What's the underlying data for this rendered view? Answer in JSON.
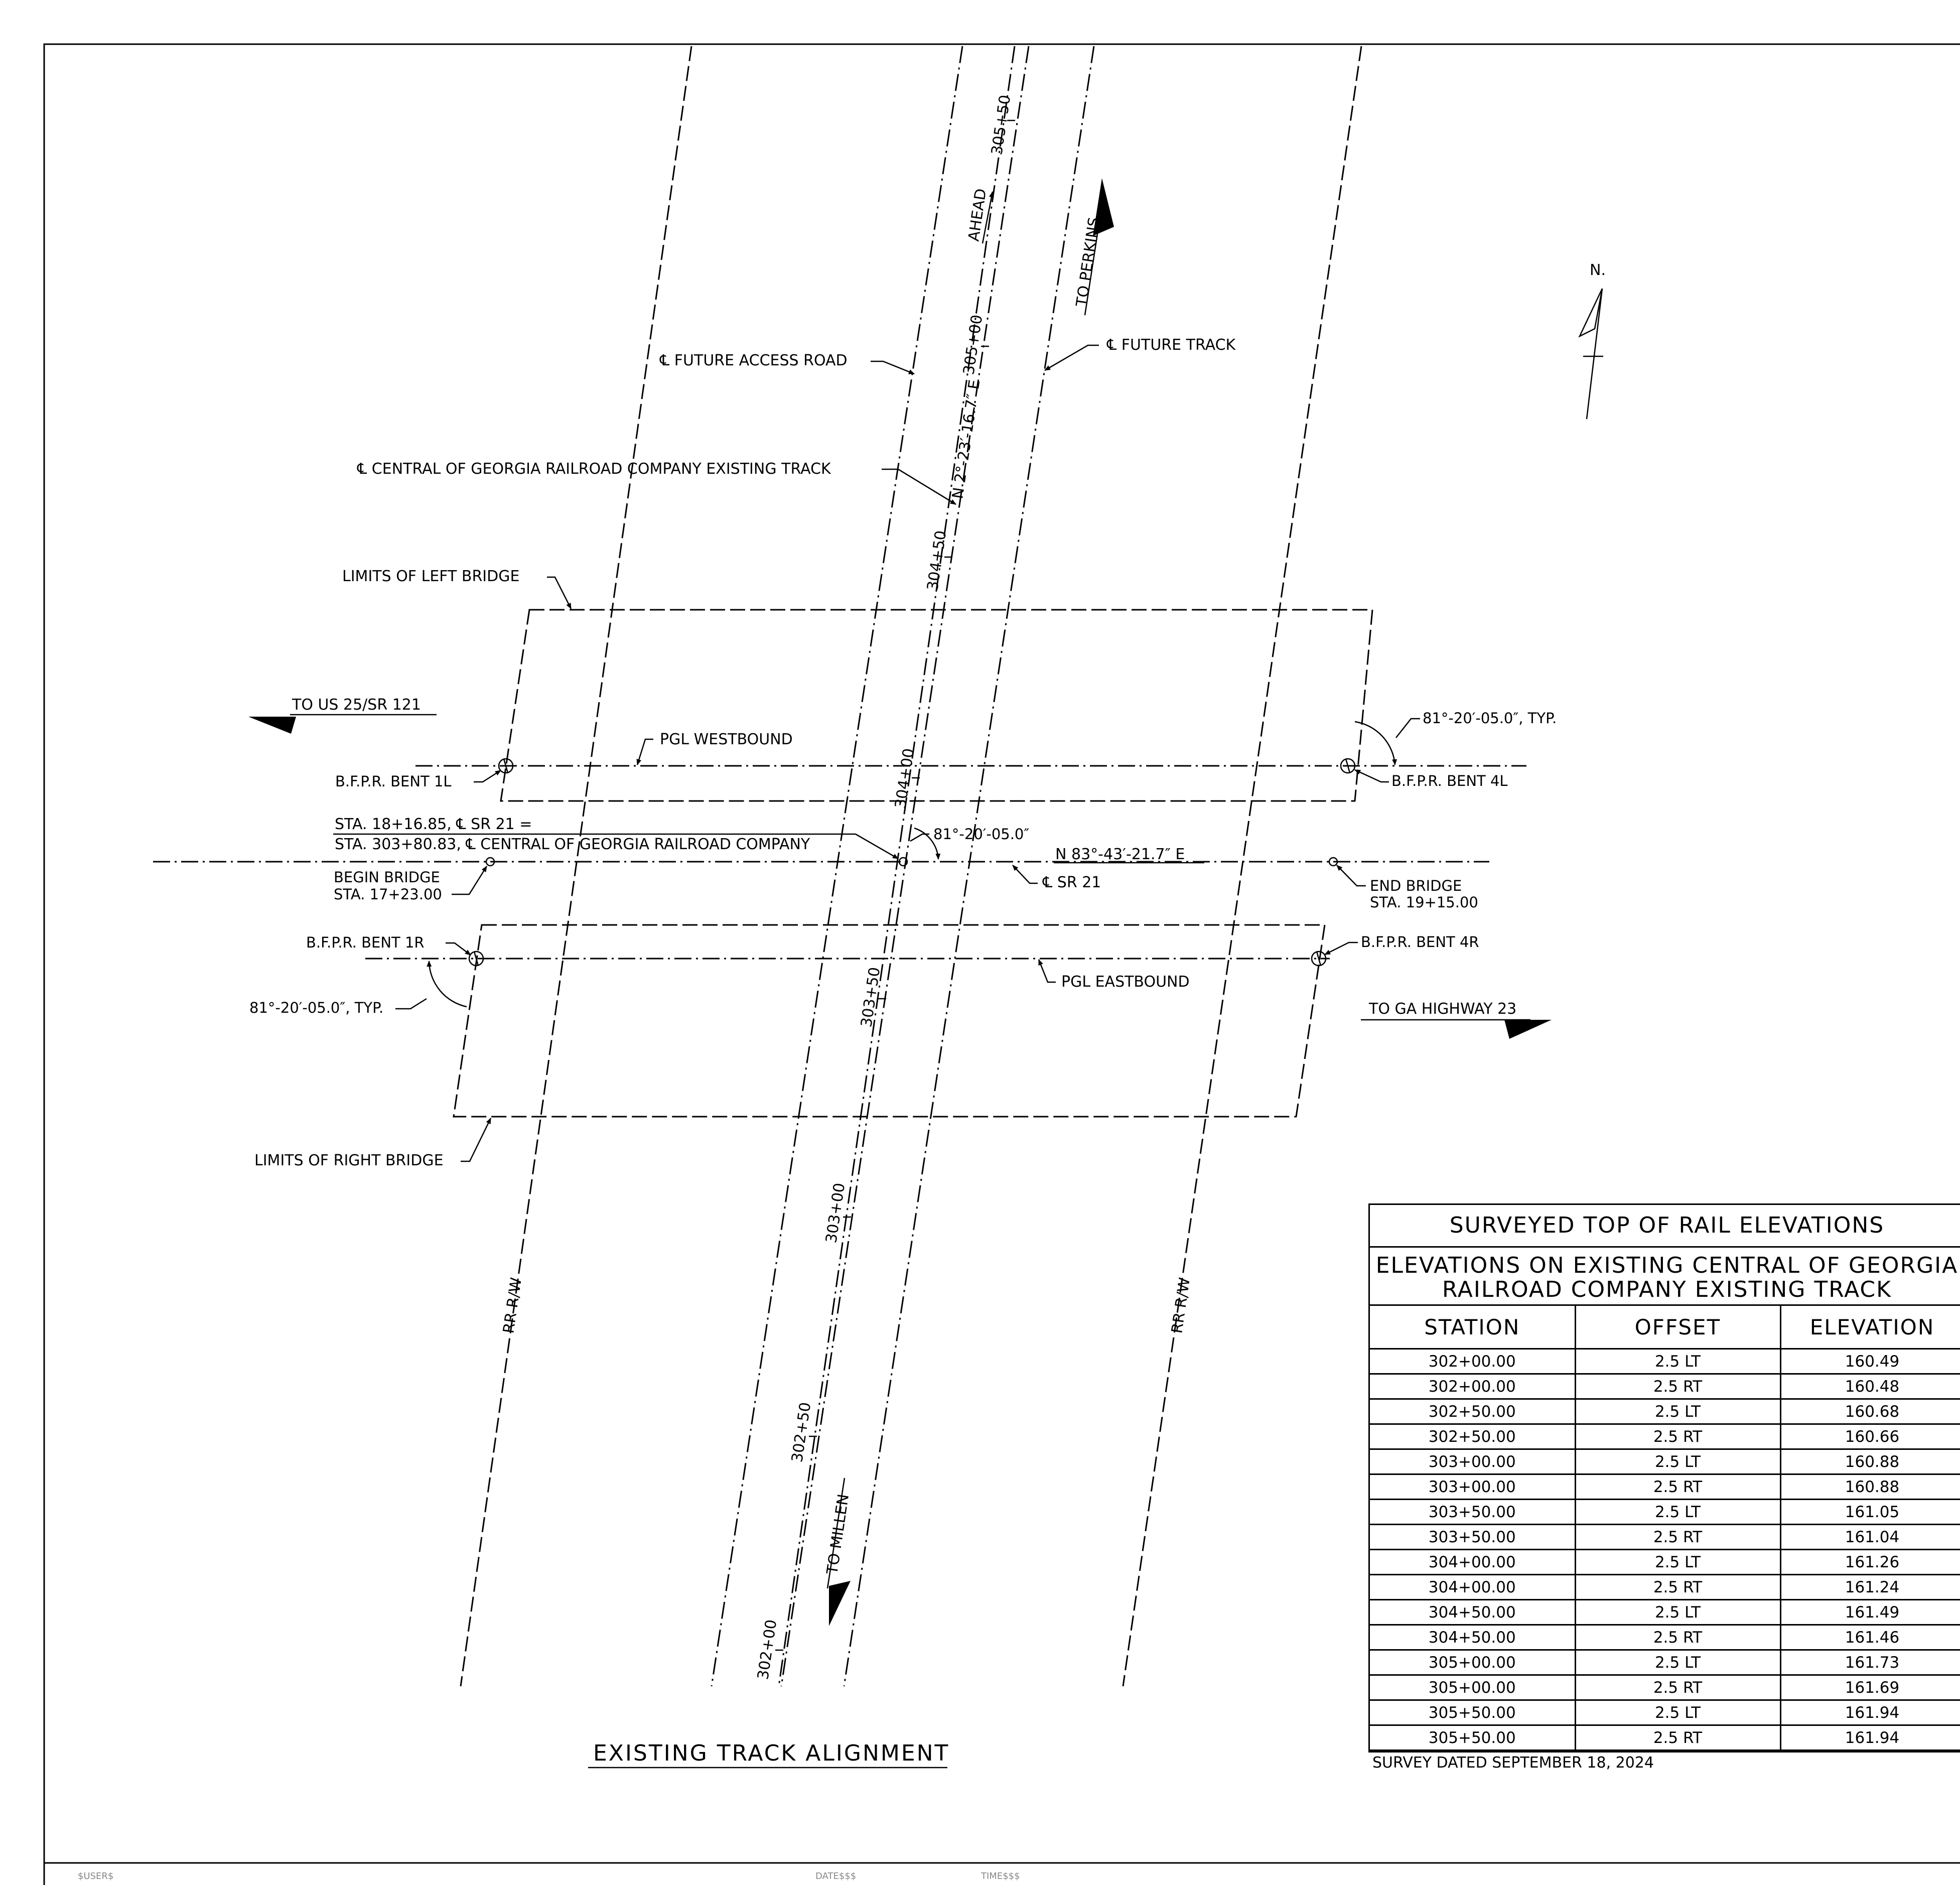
{
  "drawing_title": "EXISTING TRACK ALIGNMENT",
  "north_label": "N.",
  "labels": {
    "future_access_road": "℄ FUTURE ACCESS ROAD",
    "future_track": "℄ FUTURE TRACK",
    "existing_track": "℄ CENTRAL OF GEORGIA RAILROAD COMPANY EXISTING TRACK",
    "bearing_track": "N 2°-23′-16.7″ E",
    "limits_left_bridge": "LIMITS OF LEFT BRIDGE",
    "limits_right_bridge": "LIMITS OF RIGHT BRIDGE",
    "to_us25": "TO US 25/SR 121",
    "to_ga23": "TO GA HIGHWAY 23",
    "to_perkins": "TO PERKINS",
    "to_millen": "TO MILLEN",
    "ahead": "AHEAD",
    "pgl_westbound": "PGL WESTBOUND",
    "pgl_eastbound": "PGL EASTBOUND",
    "bent_1l": "B.F.P.R. BENT 1L",
    "bent_4l": "B.F.P.R. BENT 4L",
    "bent_1r": "B.F.P.R. BENT 1R",
    "bent_4r": "B.F.P.R. BENT 4R",
    "angle_typ_right": "81°-20′-05.0″, TYP.",
    "angle_typ_left": "81°-20′-05.0″, TYP.",
    "angle_center": "81°-20′-05.0″",
    "sta_eq_line1": "STA. 18+16.85, ℄ SR 21 =",
    "sta_eq_line2": "STA. 303+80.83, ℄ CENTRAL OF GEORGIA RAILROAD COMPANY",
    "bearing_sr21": "N 83°-43′-21.7″ E",
    "cl_sr21": "℄ SR 21",
    "begin_bridge_1": "BEGIN BRIDGE",
    "begin_bridge_2": "STA. 17+23.00",
    "end_bridge_1": "END BRIDGE",
    "end_bridge_2": "STA. 19+15.00",
    "rr_rw": "RR R/W"
  },
  "stations": {
    "s30550": "305+50",
    "s30500": "305+00",
    "s30450": "304+50",
    "s30400": "304+00",
    "s30350": "303+50",
    "s30300": "303+00",
    "s30250": "302+50",
    "s30200": "302+00"
  },
  "table": {
    "title": "SURVEYED TOP OF RAIL ELEVATIONS",
    "subtitle_line1": "ELEVATIONS ON EXISTING CENTRAL OF GEORGIA",
    "subtitle_line2": "RAILROAD COMPANY EXISTING TRACK",
    "headers": [
      "STATION",
      "OFFSET",
      "ELEVATION"
    ],
    "rows": [
      [
        "302+00.00",
        "2.5 LT",
        "160.49"
      ],
      [
        "302+00.00",
        "2.5 RT",
        "160.48"
      ],
      [
        "302+50.00",
        "2.5 LT",
        "160.68"
      ],
      [
        "302+50.00",
        "2.5 RT",
        "160.66"
      ],
      [
        "303+00.00",
        "2.5 LT",
        "160.88"
      ],
      [
        "303+00.00",
        "2.5 RT",
        "160.88"
      ],
      [
        "303+50.00",
        "2.5 LT",
        "161.05"
      ],
      [
        "303+50.00",
        "2.5 RT",
        "161.04"
      ],
      [
        "304+00.00",
        "2.5 LT",
        "161.26"
      ],
      [
        "304+00.00",
        "2.5 RT",
        "161.24"
      ],
      [
        "304+50.00",
        "2.5 LT",
        "161.49"
      ],
      [
        "304+50.00",
        "2.5 RT",
        "161.46"
      ],
      [
        "305+00.00",
        "2.5 LT",
        "161.73"
      ],
      [
        "305+00.00",
        "2.5 RT",
        "161.69"
      ],
      [
        "305+50.00",
        "2.5 LT",
        "161.94"
      ],
      [
        "305+50.00",
        "2.5 RT",
        "161.94"
      ]
    ],
    "note": "SURVEY DATED SEPTEMBER 18, 2024"
  },
  "footer": {
    "user": "$USER$",
    "date": "DATE$$$",
    "time": "TIME$$$"
  }
}
